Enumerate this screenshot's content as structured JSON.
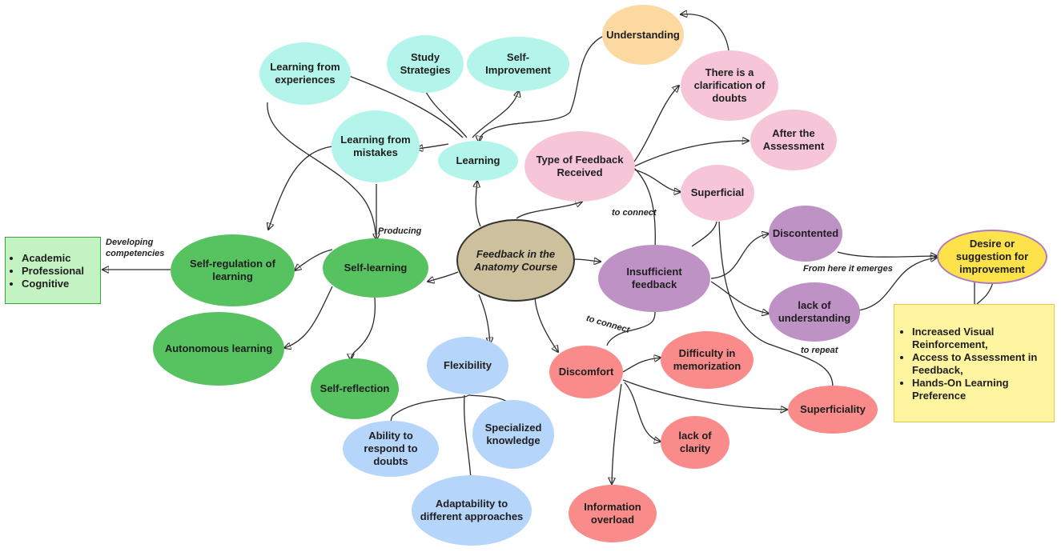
{
  "colors": {
    "teal": "#b3f5ea",
    "orange": "#fbd9a0",
    "pink": "#f6c6d8",
    "purple": "#bf92c6",
    "green": "#57c260",
    "blue": "#b6d5fb",
    "red": "#f98b8b",
    "center": "#cdc09d",
    "yellow": "#fde24a",
    "note": "#fff5a0",
    "lightgreen": "#c3f3c3"
  },
  "nodes": {
    "center": "Feedback in the\nAnatomy Course",
    "understanding": "Understanding",
    "study_strategies": "Study\nStrategies",
    "self_improvement": "Self-Improvement",
    "learning_from_experiences": "Learning from\nexperiences",
    "clarification": "There is a\nclarification of\ndoubts",
    "after_assessment": "After the\nAssessment",
    "learning_from_mistakes": "Learning from\nmistakes",
    "learning": "Learning",
    "type_of_feedback": "Type of Feedback\nReceived",
    "superficial": "Superficial",
    "discontented": "Discontented",
    "desire": "Desire or\nsuggestion for\nimprovement",
    "self_regulation": "Self-regulation of\nlearning",
    "self_learning": "Self-learning",
    "insufficient_feedback": "Insufficient\nfeedback",
    "lack_understanding": "lack of\nunderstanding",
    "autonomous_learning": "Autonomous learning",
    "flexibility": "Flexibility",
    "difficulty_memorization": "Difficulty in\nmemorization",
    "discomfort": "Discomfort",
    "self_reflection": "Self-reflection",
    "superficiality": "Superficiality",
    "specialized_knowledge": "Specialized\nknowledge",
    "ability_respond": "Ability to\nrespond to\ndoubts",
    "lack_clarity": "lack of\nclarity",
    "adaptability": "Adaptability to\ndifferent approaches",
    "information_overload": "Information\noverload"
  },
  "competencies_box": [
    "Academic",
    " Professional",
    "Cognitive"
  ],
  "improvement_box": [
    "Increased Visual Reinforcement,",
    "Access to Assessment in Feedback,",
    "Hands-On Learning Preference"
  ],
  "edge_labels": {
    "developing": "Developing\ncompetencies",
    "producing": "Producing",
    "to_connect_1": "to connect",
    "to_connect_2": "to connect",
    "emerges": "From here it emerges",
    "repeat": "to repeat"
  }
}
